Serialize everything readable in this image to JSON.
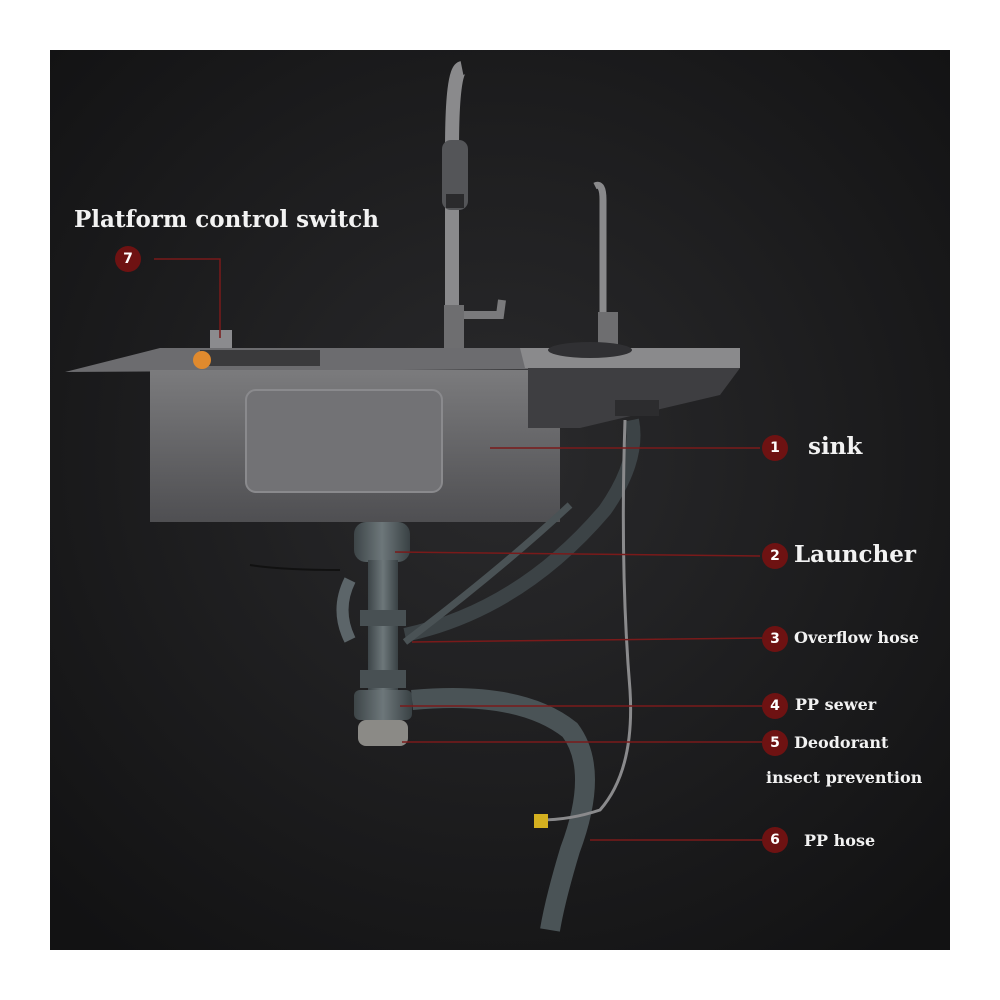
{
  "title": "Platform control switch",
  "callouts": [
    {
      "num": "1",
      "label": "sink"
    },
    {
      "num": "2",
      "label": "Launcher"
    },
    {
      "num": "3",
      "label": "Overflow hose"
    },
    {
      "num": "4",
      "label": "PP sewer"
    },
    {
      "num": "5",
      "label": "Deodorant"
    },
    {
      "num": "6",
      "label": "PP hose"
    },
    {
      "num": "7",
      "label": "Platform control switch"
    }
  ],
  "callout_5_line2": "insect prevention",
  "colors": {
    "background": "#1b1b1d",
    "badge": "#6e1212",
    "leader": "#7a1a1a",
    "text": "#f2f2f2"
  }
}
